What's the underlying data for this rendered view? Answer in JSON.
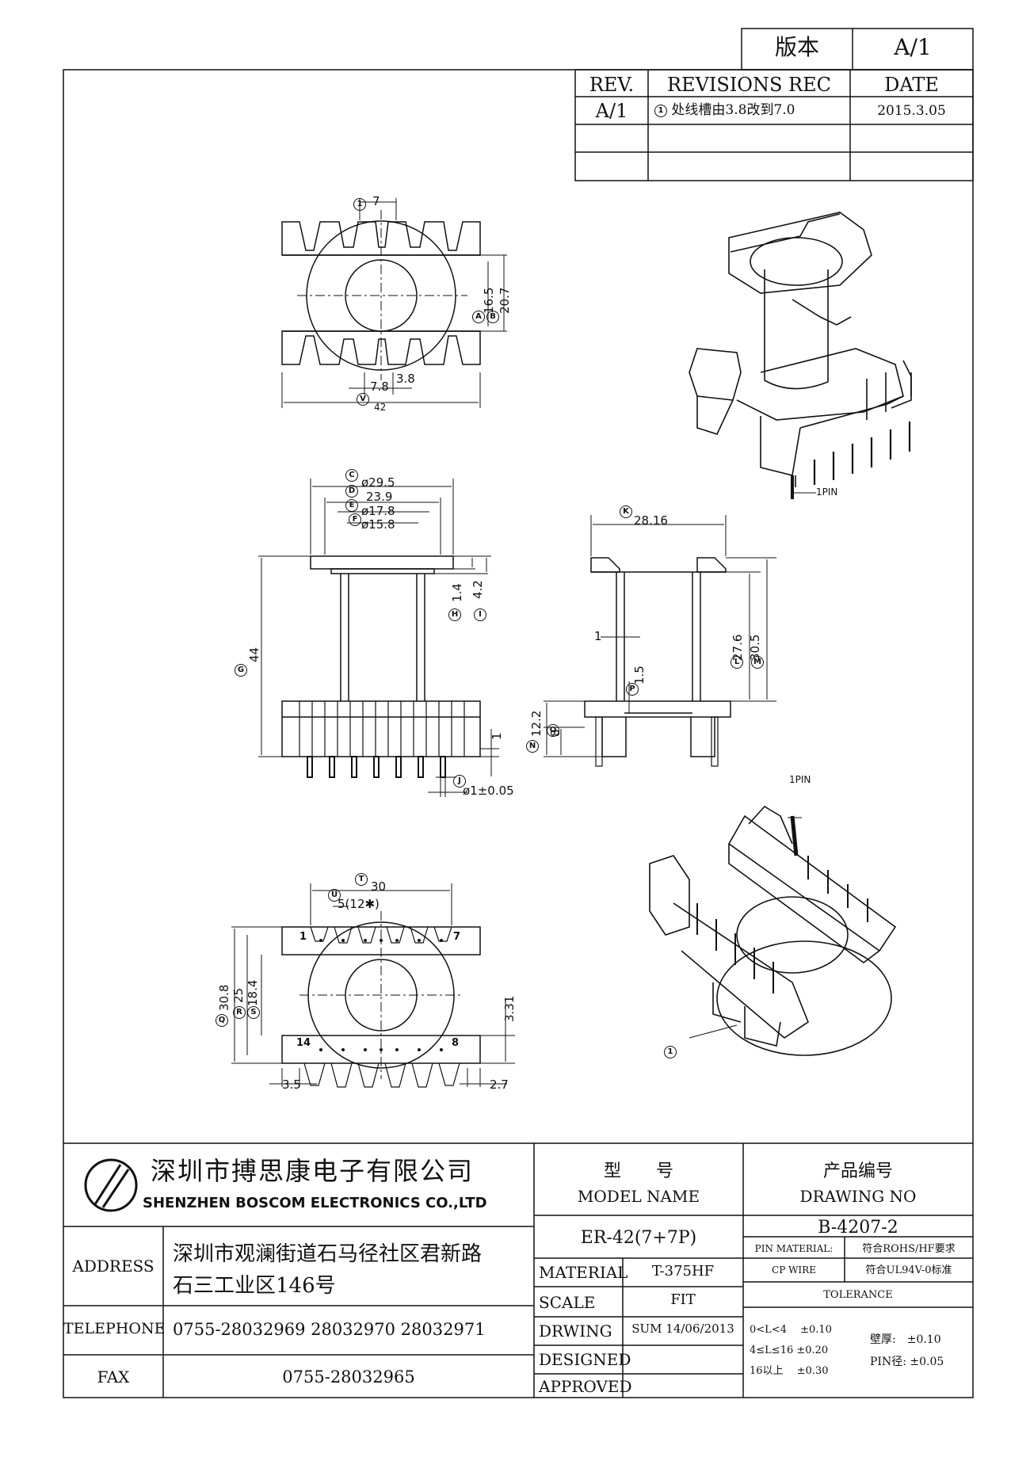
{
  "version_box": {
    "label": "版本",
    "value": "A/1"
  },
  "revisions": {
    "headers": [
      "REV.",
      "REVISIONS REC",
      "DATE"
    ],
    "rows": [
      {
        "rev": "A/1",
        "marker": "1",
        "text": "处线槽由3.8改到7.0",
        "date": "2015.3.05"
      }
    ]
  },
  "dimensions": {
    "top_view": {
      "slot_width": "7",
      "d165": "16.5",
      "d207": "20.7",
      "d78": "7.8",
      "d38": "3.8",
      "overall": "42"
    },
    "front_view": {
      "d295": "ø29.5",
      "d239": "23.9",
      "d178": "ø17.8",
      "d158": "ø15.8",
      "d14": "1.4",
      "d42": "4.2",
      "height": "44",
      "d1": "1",
      "pin": "ø1±0.05"
    },
    "side_view": {
      "width": "28.16",
      "d276": "27.6",
      "d305": "30.5",
      "wall": "1",
      "d15": "1.5",
      "d122": "12.2",
      "d8": "8"
    },
    "bottom_view": {
      "d30": "30",
      "pitch": "5(12✱)",
      "d308": "30.8",
      "d25": "25",
      "d184": "18.4",
      "d331": "3.31",
      "d35": "3.5",
      "d27": "2.7",
      "pin1": "1",
      "pin7": "7",
      "pin14": "14",
      "pin8": "8"
    },
    "markers": [
      "A",
      "B",
      "C",
      "D",
      "E",
      "F",
      "G",
      "H",
      "I",
      "J",
      "K",
      "L",
      "M",
      "N",
      "O",
      "P",
      "Q",
      "R",
      "S",
      "T",
      "U",
      "V"
    ],
    "pin_label": "1PIN",
    "rev_marker": "1"
  },
  "title_block": {
    "company_cn": "深圳市搏思康电子有限公司",
    "company_en": "SHENZHEN BOSCOM ELECTRONICS CO.,LTD",
    "model_label_cn": "型　　号",
    "model_label_en": "MODEL NAME",
    "drawing_no_label_cn": "产品编号",
    "drawing_no_label_en": "DRAWING NO",
    "model_value": "ER-42(7+7P)",
    "drawing_no_value": "B-4207-2",
    "address_label": "ADDRESS",
    "address_line1": "深圳市观澜街道石马径社区君新路",
    "address_line2": "石三工业区146号",
    "telephone_label": "TELEPHONE",
    "telephone_value": "0755-28032969 28032970 28032971",
    "fax_label": "FAX",
    "fax_value": "0755-28032965",
    "material_label": "MATERIAL",
    "material_value": "T-375HF",
    "scale_label": "SCALE",
    "scale_value": "FIT",
    "drawing_label": "DRWING",
    "drawing_value": "SUM 14/06/2013",
    "designed_label": "DESIGNED",
    "approved_label": "APPROVED",
    "pin_material_label": "PIN MATERIAL:",
    "pin_material_value": "符合ROHS/HF要求",
    "cp_wire_label": "CP WIRE",
    "cp_wire_value": "符合UL94V-0标准",
    "tolerance_label": "TOLERANCE",
    "tol1": "0<L<4　 ±0.10",
    "tol2": "4≤L≤16 ±0.20",
    "tol3": "16以上　 ±0.30",
    "wall_tol": "壁厚:　±0.10",
    "pin_tol": "PIN径: ±0.05"
  }
}
